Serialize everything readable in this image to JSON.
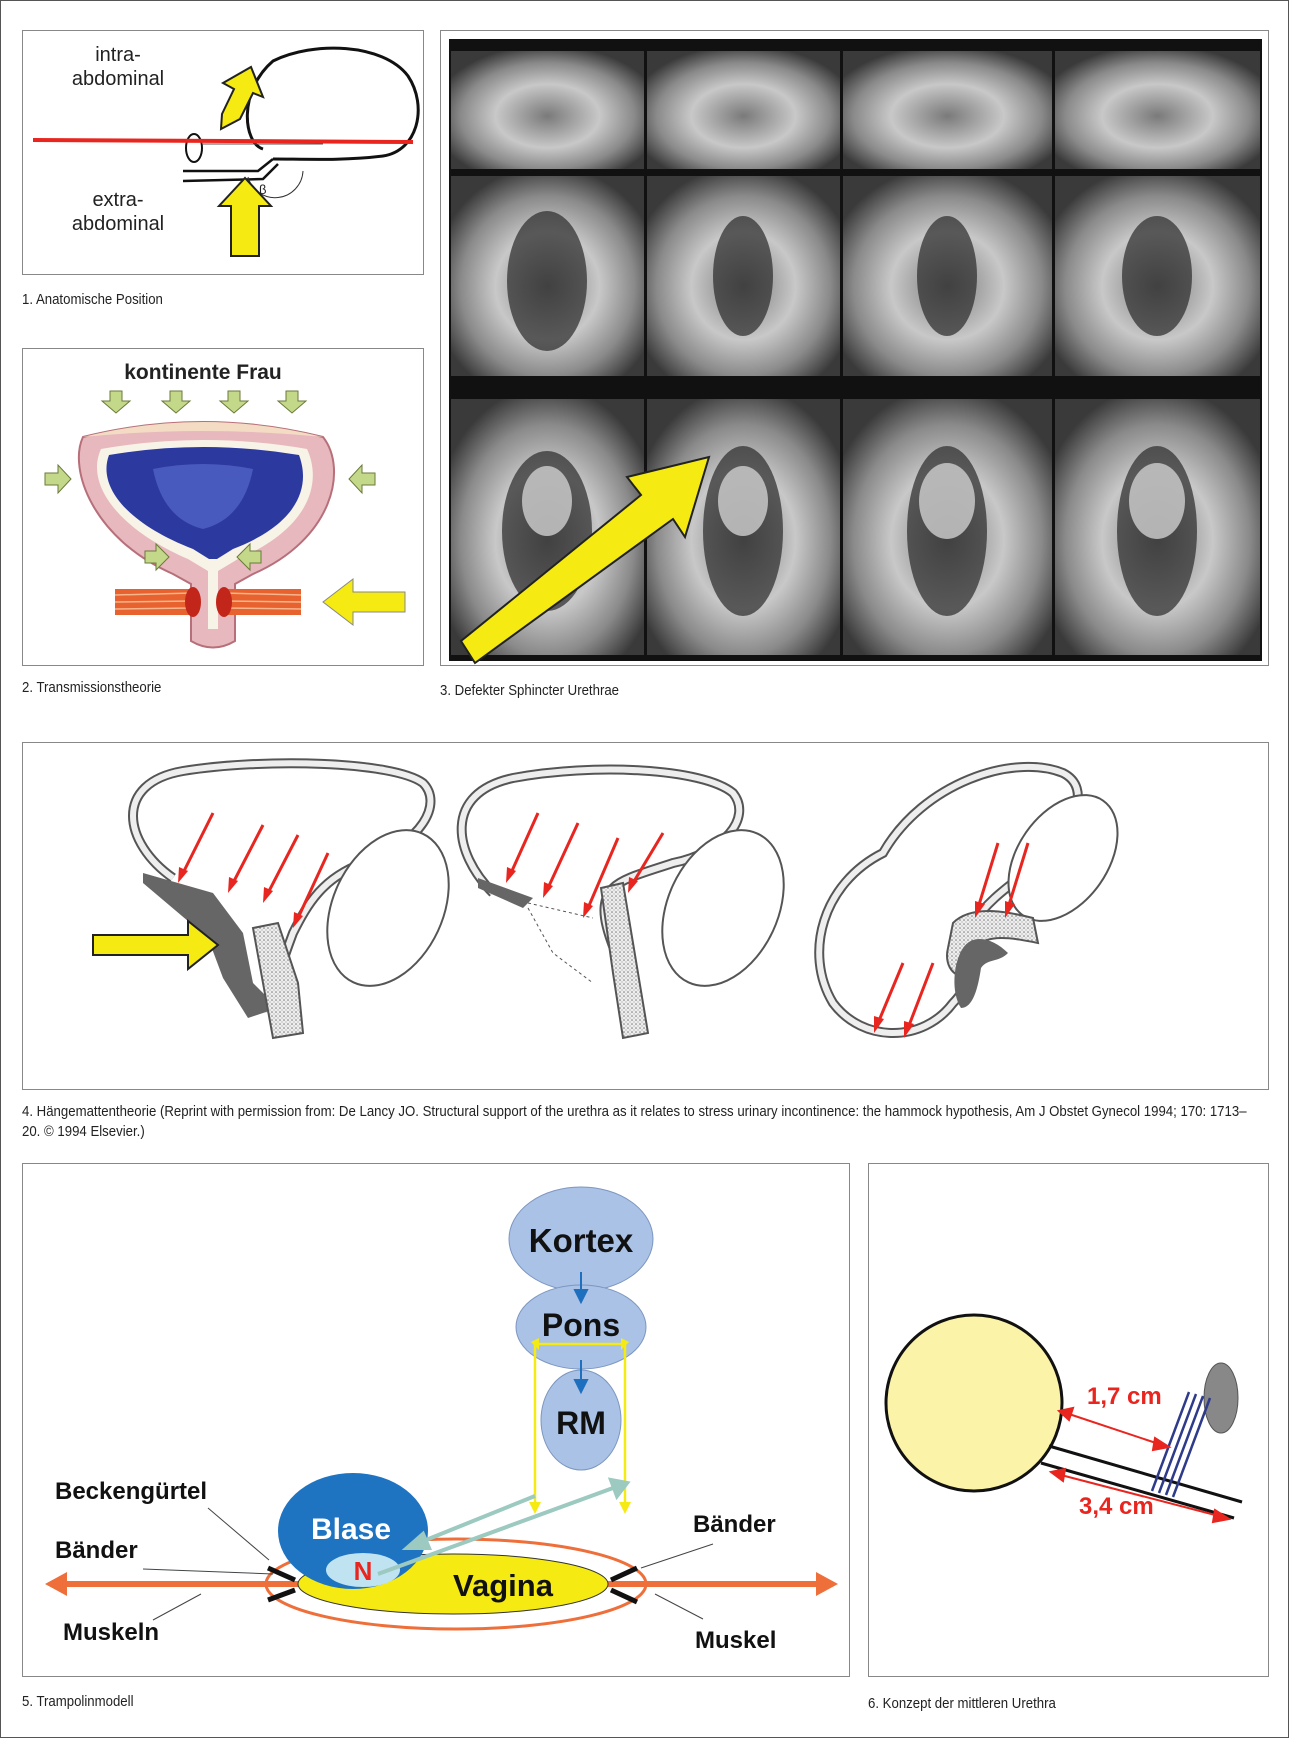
{
  "fig1": {
    "caption": "1. Anatomische Position",
    "label_top_1": "intra-",
    "label_top_2": "abdominal",
    "label_bottom_1": "extra-",
    "label_bottom_2": "abdominal",
    "angle_symbol": "β"
  },
  "fig2": {
    "caption": "2. Transmissionstheorie",
    "title": "kontinente Frau"
  },
  "fig3": {
    "caption": "3. Defekter Sphincter Urethrae"
  },
  "fig4": {
    "caption": "4. Hängemattentheorie (Reprint with permission from: De Lancy JO. Structural support of the urethra as it relates to stress urinary incontinence: the hammock hypothesis, Am J Obstet Gynecol 1994; 170: 1713–20. © 1994 Elsevier.)"
  },
  "fig5": {
    "caption": "5. Trampolinmodell",
    "kortex": "Kortex",
    "pons": "Pons",
    "rm": "RM",
    "blase": "Blase",
    "n": "N",
    "vagina": "Vagina",
    "beckenguertel": "Beckengürtel",
    "baender_left": "Bänder",
    "baender_right": "Bänder",
    "muskeln": "Muskeln",
    "muskel": "Muskel"
  },
  "fig6": {
    "caption": "6. Konzept der mittleren Urethra",
    "dist1": "1,7 cm",
    "dist2": "3,4 cm"
  },
  "colors": {
    "red": "#e8251f",
    "yellow": "#f5ea12",
    "bladder_blue": "#1f74c2",
    "node_blue": "#a9c2e6",
    "arrow_blue": "#1f6fbf",
    "orange": "#ee6f3a",
    "teal": "#9cc9c0"
  }
}
